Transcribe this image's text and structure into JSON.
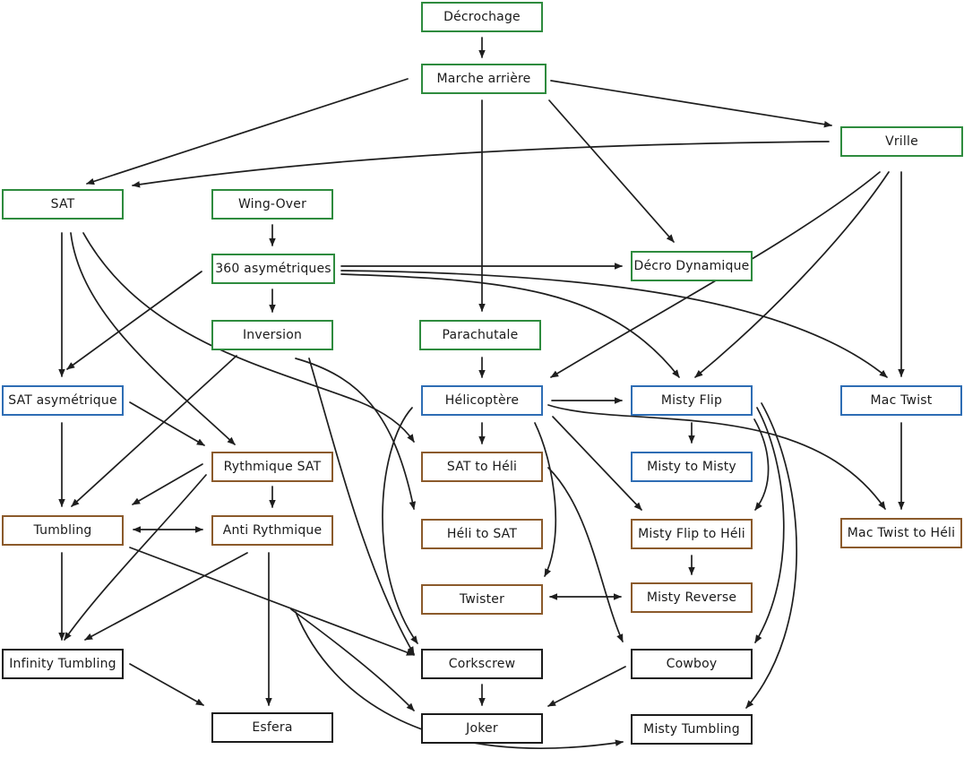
{
  "colors": {
    "green": "#2e8b3e",
    "blue": "#2e6db4",
    "brown": "#8b5a2b",
    "black": "#1c1c1c",
    "edge": "#1e1e1e"
  },
  "nodes": [
    {
      "id": "decrochage",
      "label": "Décrochage",
      "group": "green"
    },
    {
      "id": "marche",
      "label": "Marche arrière",
      "group": "green"
    },
    {
      "id": "vrille",
      "label": "Vrille",
      "group": "green"
    },
    {
      "id": "sat",
      "label": "SAT",
      "group": "green"
    },
    {
      "id": "wingover",
      "label": "Wing-Over",
      "group": "green"
    },
    {
      "id": "asym360",
      "label": "360 asymétriques",
      "group": "green"
    },
    {
      "id": "decrodyn",
      "label": "Décro Dynamique",
      "group": "green"
    },
    {
      "id": "inversion",
      "label": "Inversion",
      "group": "green"
    },
    {
      "id": "parachutale",
      "label": "Parachutale",
      "group": "green"
    },
    {
      "id": "satasym",
      "label": "SAT asymétrique",
      "group": "blue"
    },
    {
      "id": "helico",
      "label": "Hélicoptère",
      "group": "blue"
    },
    {
      "id": "mistyflip",
      "label": "Misty Flip",
      "group": "blue"
    },
    {
      "id": "mactwist",
      "label": "Mac Twist",
      "group": "blue"
    },
    {
      "id": "mistytomisty",
      "label": "Misty to Misty",
      "group": "blue"
    },
    {
      "id": "rythsat",
      "label": "Rythmique SAT",
      "group": "brown"
    },
    {
      "id": "sattoheli",
      "label": "SAT to Héli",
      "group": "brown"
    },
    {
      "id": "tumbling",
      "label": "Tumbling",
      "group": "brown"
    },
    {
      "id": "antiryth",
      "label": "Anti Rythmique",
      "group": "brown"
    },
    {
      "id": "helitosat",
      "label": "Héli to SAT",
      "group": "brown"
    },
    {
      "id": "mistyfliptoheli",
      "label": "Misty Flip to Héli",
      "group": "brown"
    },
    {
      "id": "mactwisttoheli",
      "label": "Mac Twist to Héli",
      "group": "brown"
    },
    {
      "id": "twister",
      "label": "Twister",
      "group": "brown"
    },
    {
      "id": "mistyreverse",
      "label": "Misty Reverse",
      "group": "brown"
    },
    {
      "id": "inftumbling",
      "label": "Infinity Tumbling",
      "group": "black"
    },
    {
      "id": "corkscrew",
      "label": "Corkscrew",
      "group": "black"
    },
    {
      "id": "cowboy",
      "label": "Cowboy",
      "group": "black"
    },
    {
      "id": "esfera",
      "label": "Esfera",
      "group": "black"
    },
    {
      "id": "joker",
      "label": "Joker",
      "group": "black"
    },
    {
      "id": "mistytumbling",
      "label": "Misty Tumbling",
      "group": "black"
    }
  ],
  "edges": [
    {
      "from": "decrochage",
      "to": "marche"
    },
    {
      "from": "marche",
      "to": "sat"
    },
    {
      "from": "marche",
      "to": "vrille"
    },
    {
      "from": "marche",
      "to": "decrodyn"
    },
    {
      "from": "marche",
      "to": "parachutale"
    },
    {
      "from": "vrille",
      "to": "sat"
    },
    {
      "from": "vrille",
      "to": "helico"
    },
    {
      "from": "vrille",
      "to": "mistyflip"
    },
    {
      "from": "vrille",
      "to": "mactwist"
    },
    {
      "from": "wingover",
      "to": "asym360"
    },
    {
      "from": "asym360",
      "to": "decrodyn"
    },
    {
      "from": "asym360",
      "to": "inversion"
    },
    {
      "from": "asym360",
      "to": "satasym"
    },
    {
      "from": "asym360",
      "to": "mistyflip"
    },
    {
      "from": "asym360",
      "to": "mactwist"
    },
    {
      "from": "sat",
      "to": "satasym"
    },
    {
      "from": "sat",
      "to": "rythsat"
    },
    {
      "from": "sat",
      "to": "sattoheli"
    },
    {
      "from": "satasym",
      "to": "rythsat"
    },
    {
      "from": "satasym",
      "to": "tumbling"
    },
    {
      "from": "inversion",
      "to": "tumbling"
    },
    {
      "from": "inversion",
      "to": "corkscrew"
    },
    {
      "from": "parachutale",
      "to": "helico"
    },
    {
      "from": "helico",
      "to": "mistyflip"
    },
    {
      "from": "helico",
      "to": "sattoheli"
    },
    {
      "from": "helico",
      "to": "helitosat"
    },
    {
      "from": "helico",
      "to": "twister"
    },
    {
      "from": "helico",
      "to": "mistyfliptoheli"
    },
    {
      "from": "helico",
      "to": "mactwisttoheli"
    },
    {
      "from": "helico",
      "to": "corkscrew"
    },
    {
      "from": "mistyflip",
      "to": "mistytomisty"
    },
    {
      "from": "mistyflip",
      "to": "mistyfliptoheli"
    },
    {
      "from": "mistyflip",
      "to": "cowboy"
    },
    {
      "from": "mistyflip",
      "to": "mistytumbling"
    },
    {
      "from": "mactwist",
      "to": "mactwisttoheli"
    },
    {
      "from": "rythsat",
      "to": "antiryth"
    },
    {
      "from": "rythsat",
      "to": "tumbling"
    },
    {
      "from": "rythsat",
      "to": "inftumbling"
    },
    {
      "from": "tumbling",
      "to": "antiryth",
      "bidirectional": true
    },
    {
      "from": "tumbling",
      "to": "inftumbling"
    },
    {
      "from": "tumbling",
      "to": "corkscrew"
    },
    {
      "from": "antiryth",
      "to": "inftumbling"
    },
    {
      "from": "antiryth",
      "to": "esfera"
    },
    {
      "from": "sattoheli",
      "to": "cowboy"
    },
    {
      "from": "mistyfliptoheli",
      "to": "mistyreverse"
    },
    {
      "from": "twister",
      "to": "mistyreverse",
      "bidirectional": true
    },
    {
      "from": "inftumbling",
      "to": "esfera"
    },
    {
      "from": "corkscrew",
      "to": "joker"
    },
    {
      "from": "cowboy",
      "to": "joker"
    },
    {
      "from": "tumbling",
      "to": "joker"
    },
    {
      "from": "tumbling",
      "to": "mistytumbling"
    }
  ]
}
